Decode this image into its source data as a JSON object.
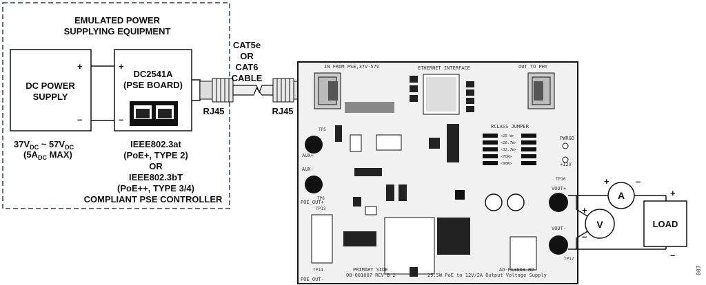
{
  "pse_group": {
    "title_line1": "EMULATED POWER",
    "title_line2": "SUPPLYING EQUIPMENT"
  },
  "dc_supply": {
    "label_line1": "DC POWER",
    "label_line2": "SUPPLY",
    "plus": "+",
    "minus": "–",
    "voltage_a": "37V",
    "voltage_sub": "DC",
    "voltage_b": " ~ 57V",
    "voltage_sub2": "DC",
    "current_a": "(5A",
    "current_sub": "DC",
    "current_b": " MAX)"
  },
  "pse_board": {
    "label_line1": "DC2541A",
    "label_line2": "(PSE BOARD)",
    "plus": "+",
    "minus": "–",
    "desc": [
      "IEEE802.3at",
      "(PoE+, TYPE 2)",
      "OR",
      "IEEE802.3bT",
      "(PoE++, TYPE 3/4)",
      "COMPLIANT PSE CONTROLLER"
    ]
  },
  "cable": {
    "lines": [
      "CAT5e",
      "OR",
      "CAT6",
      "CABLE"
    ],
    "rj45_left": "RJ45",
    "rj45_right": "RJ45"
  },
  "pcb": {
    "in_label": "IN FROM PSE,37V-57V",
    "ethernet_label": "ETHERNET INTERFACE",
    "out_label": "OUT TO PHY",
    "rclass_label": "RCLASS JUMPER",
    "pwrgd_label": "PWRGD",
    "v12_label": "+12V",
    "aux_plus": "AUX+",
    "aux_minus": "AUX-",
    "vout_plus": "VOUT+",
    "vout_minus": "VOUT-",
    "poe_out_top": "POE_OUT+",
    "poe_out_bottom": "POE_OUT-",
    "primary_side": "PRIMARY SIDE",
    "rev": "08-081007 REV B 2",
    "model": "AD-PS3803-RD",
    "desc": "25.5W PoE to 12V/2A Output Voltage Supply",
    "rclass_items": [
      "<25 W>",
      "<28.7W>",
      "<32.7W>",
      "<70W>",
      "<90W>"
    ],
    "tp_labels": [
      "TP5",
      "TP6",
      "TP16",
      "TP17",
      "TP13",
      "TP14"
    ]
  },
  "meters": {
    "ammeter": "A",
    "voltmeter": "V",
    "load": "LOAD",
    "plus": "+",
    "minus": "–"
  },
  "figure_number": "007"
}
